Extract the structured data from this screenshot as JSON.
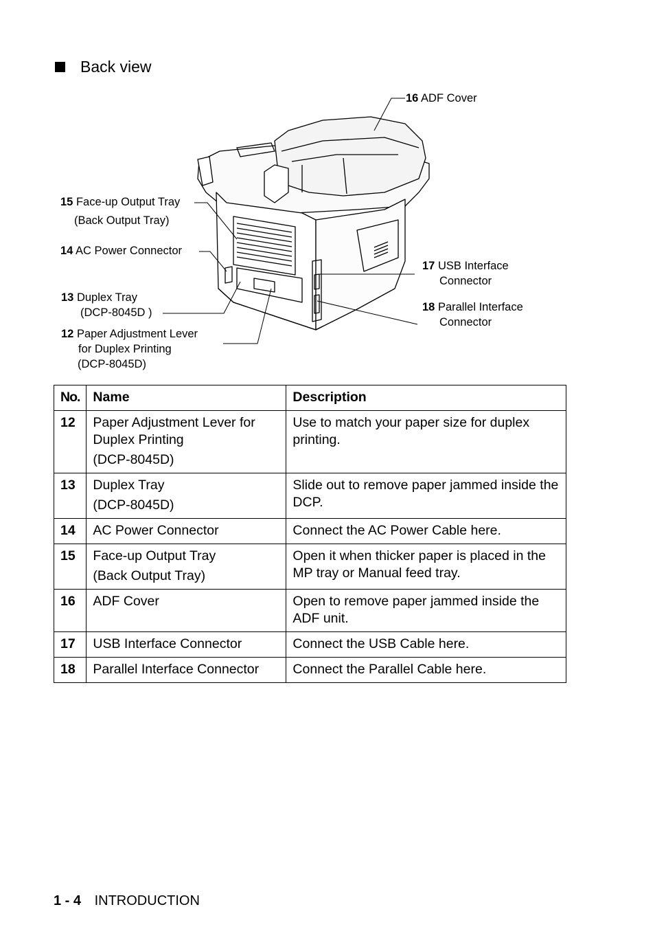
{
  "section": {
    "title": "Back view"
  },
  "callouts": [
    {
      "num": "16",
      "text": "ADF Cover",
      "sub": ""
    },
    {
      "num": "15",
      "text": "Face-up Output Tray",
      "sub": "(Back Output Tray)"
    },
    {
      "num": "14",
      "text": "AC Power Connector",
      "sub": ""
    },
    {
      "num": "17",
      "text": "USB Interface",
      "sub": "Connector"
    },
    {
      "num": "13",
      "text": "Duplex Tray",
      "sub": "(DCP-8045D )"
    },
    {
      "num": "18",
      "text": "Parallel Interface",
      "sub": "Connector"
    },
    {
      "num": "12",
      "text": "Paper Adjustment Lever",
      "sub": "for Duplex Printing",
      "sub2": "(DCP-8045D)"
    }
  ],
  "table": {
    "headers": {
      "no": "No.",
      "name": "Name",
      "description": "Description"
    },
    "rows": [
      {
        "no": "12",
        "name": "Paper Adjustment Lever for Duplex Printing",
        "name2": "(DCP-8045D)",
        "description": "Use to match your paper size for duplex printing."
      },
      {
        "no": "13",
        "name": "Duplex Tray",
        "name2": "(DCP-8045D)",
        "description": "Slide out to remove paper jammed inside the DCP."
      },
      {
        "no": "14",
        "name": "AC Power Connector",
        "name2": "",
        "description": "Connect the AC Power Cable here."
      },
      {
        "no": "15",
        "name": "Face-up Output Tray",
        "name2": "(Back Output Tray)",
        "description": "Open it when thicker paper is placed in the MP tray or Manual feed tray."
      },
      {
        "no": "16",
        "name": "ADF Cover",
        "name2": "",
        "description": "Open to remove paper jammed inside the ADF unit."
      },
      {
        "no": "17",
        "name": "USB Interface Connector",
        "name2": "",
        "description": "Connect the USB Cable here."
      },
      {
        "no": "18",
        "name": "Parallel Interface Connector",
        "name2": "",
        "description": "Connect the Parallel Cable here."
      }
    ]
  },
  "footer": {
    "page": "1 - 4",
    "chapter": "INTRODUCTION"
  }
}
